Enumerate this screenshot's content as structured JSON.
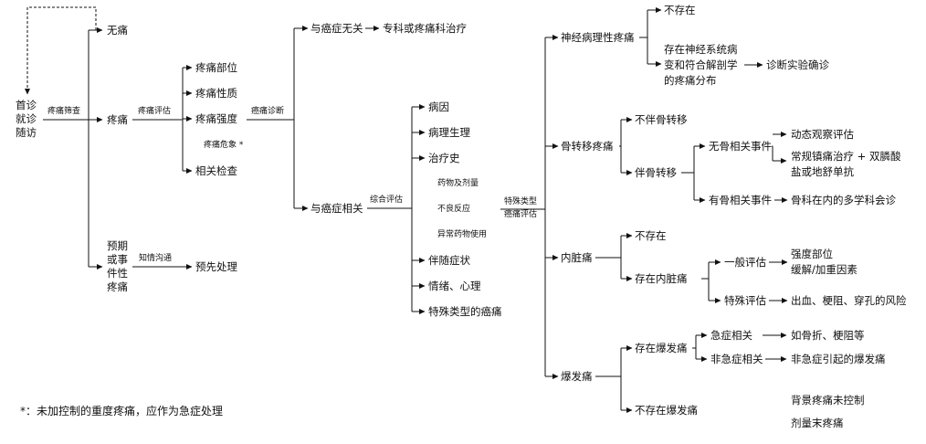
{
  "nodes": {
    "first_visit": "首诊\n就诊\n随访",
    "pain_screening": "疼痛筛查",
    "no_pain": "无痛",
    "pain": "疼痛",
    "pain_assessment": "疼痛评估",
    "pain_location": "疼痛部位",
    "pain_nature": "疼痛性质",
    "pain_intensity": "疼痛强度",
    "pain_crisis": "疼痛危象 *",
    "related_exam": "相关检查",
    "predictable_pain": "预期\n或事\n件性\n疼痛",
    "inform_communicate": "知情沟通",
    "preemptive_treatment": "预先处理",
    "cancer_pain_diagnosis": "癌痛诊断",
    "unrelated_to_cancer": "与癌症无关",
    "specialist_treatment": "专科或疼痛科治疗",
    "related_to_cancer": "与癌症相关",
    "comprehensive_assessment": "综合评估",
    "etiology": "病因",
    "pathophysiology": "病理生理",
    "treatment_history": "治疗史",
    "drugs_dose": "药物及剂量",
    "adverse_reactions": "不良反应",
    "abnormal_drug_use": "异常药物使用",
    "accompanying_symptoms": "伴随症状",
    "emotion_psychology": "情绪、心理",
    "special_type_cancer_pain": "特殊类型的癌痛",
    "special_type_assessment": "特殊类型\n癌痛评估",
    "neuropathic_pain": "神经病理性疼痛",
    "not_exist_1": "不存在",
    "nerve_damage_distribution": "存在神经系统病\n变和符合解剖学\n的疼痛分布",
    "diagnostic_test": "诊断实验确诊",
    "bone_metastasis_pain": "骨转移疼痛",
    "without_bone_metastasis": "不伴骨转移",
    "with_bone_metastasis": "伴骨转移",
    "no_bone_events": "无骨相关事件",
    "dynamic_observation": "动态观察评估",
    "conventional_analgesia": "常规镇痛治疗 + 双膦酸\n盐或地舒单抗",
    "bone_events": "有骨相关事件",
    "mdt_orthopedics": "骨科在内的多学科会诊",
    "visceral_pain": "内脏痛",
    "not_exist_2": "不存在",
    "visceral_pain_exists": "存在内脏痛",
    "general_assessment": "一般评估",
    "intensity_location": "强度部位\n缓解/加重因素",
    "special_assessment": "特殊评估",
    "bleeding_risk": "出血、梗阻、穿孔的风险",
    "breakthrough_pain": "爆发痛",
    "breakthrough_exists": "存在爆发痛",
    "emergency_related": "急症相关",
    "fracture_obstruction": "如骨折、梗阻等",
    "non_emergency_related": "非急症相关",
    "non_emergency_bt": "非急症引起的爆发痛",
    "no_breakthrough": "不存在爆发痛",
    "uncontrolled_background": "背景疼痛未控制",
    "end_of_dose": "剂量末疼痛"
  },
  "footnote": "*：未加控制的重度疼痛，应作为急症处理"
}
